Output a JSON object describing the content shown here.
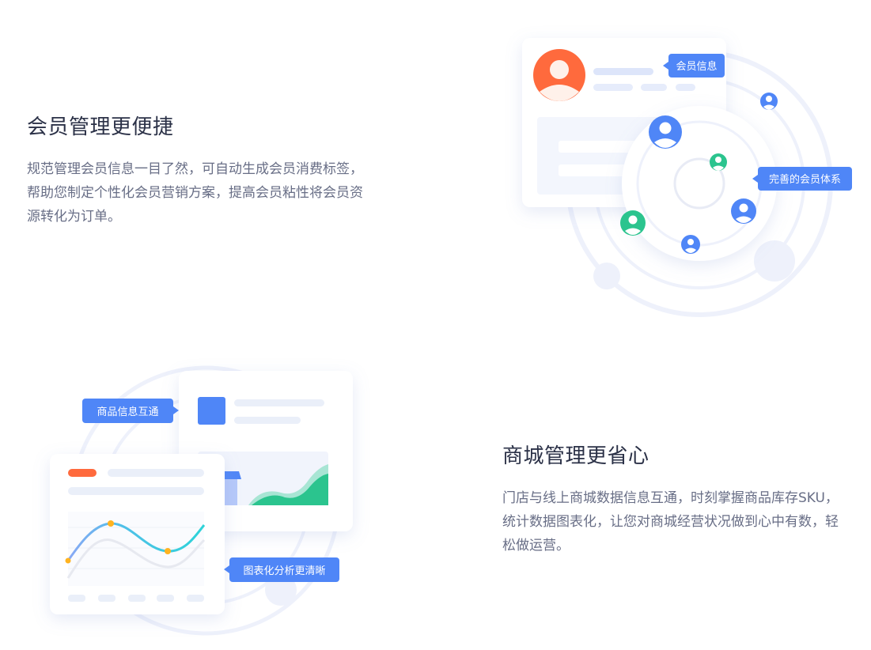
{
  "features": [
    {
      "title": "会员管理更便捷",
      "description": "规范管理会员信息一目了然，可自动生成会员消费标签，帮助您制定个性化会员营销方案，提高会员粘性将会员资源转化为订单。",
      "illustration": {
        "tags": [
          "会员信息",
          "完善的会员体系"
        ]
      }
    },
    {
      "title": "商城管理更省心",
      "description": "门店与线上商城数据信息互通，时刻掌握商品库存SKU，统计数据图表化，让您对商城经营状况做到心中有数，轻松做运营。",
      "illustration": {
        "tags": [
          "商品信息互通",
          "图表化分析更清晰"
        ]
      }
    }
  ],
  "colors": {
    "accent": "#4f86f7",
    "orange": "#ff6a3d",
    "green": "#2bc48e",
    "cyan": "#2ed3d8",
    "title": "#2b3147",
    "text": "#686e86"
  }
}
